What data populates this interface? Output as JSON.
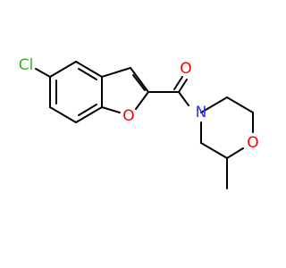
{
  "atoms": {
    "chlorine": "Cl",
    "carbonyl_oxygen": "O",
    "furan_oxygen": "O",
    "amine_nitrogen": "N",
    "morpholine_oxygen": "O"
  },
  "colors": {
    "bond": "#000000",
    "chlorine": "#2db52d",
    "oxygen": "#ff0000",
    "nitrogen": "#2f2fff",
    "background": "#ffffff"
  }
}
